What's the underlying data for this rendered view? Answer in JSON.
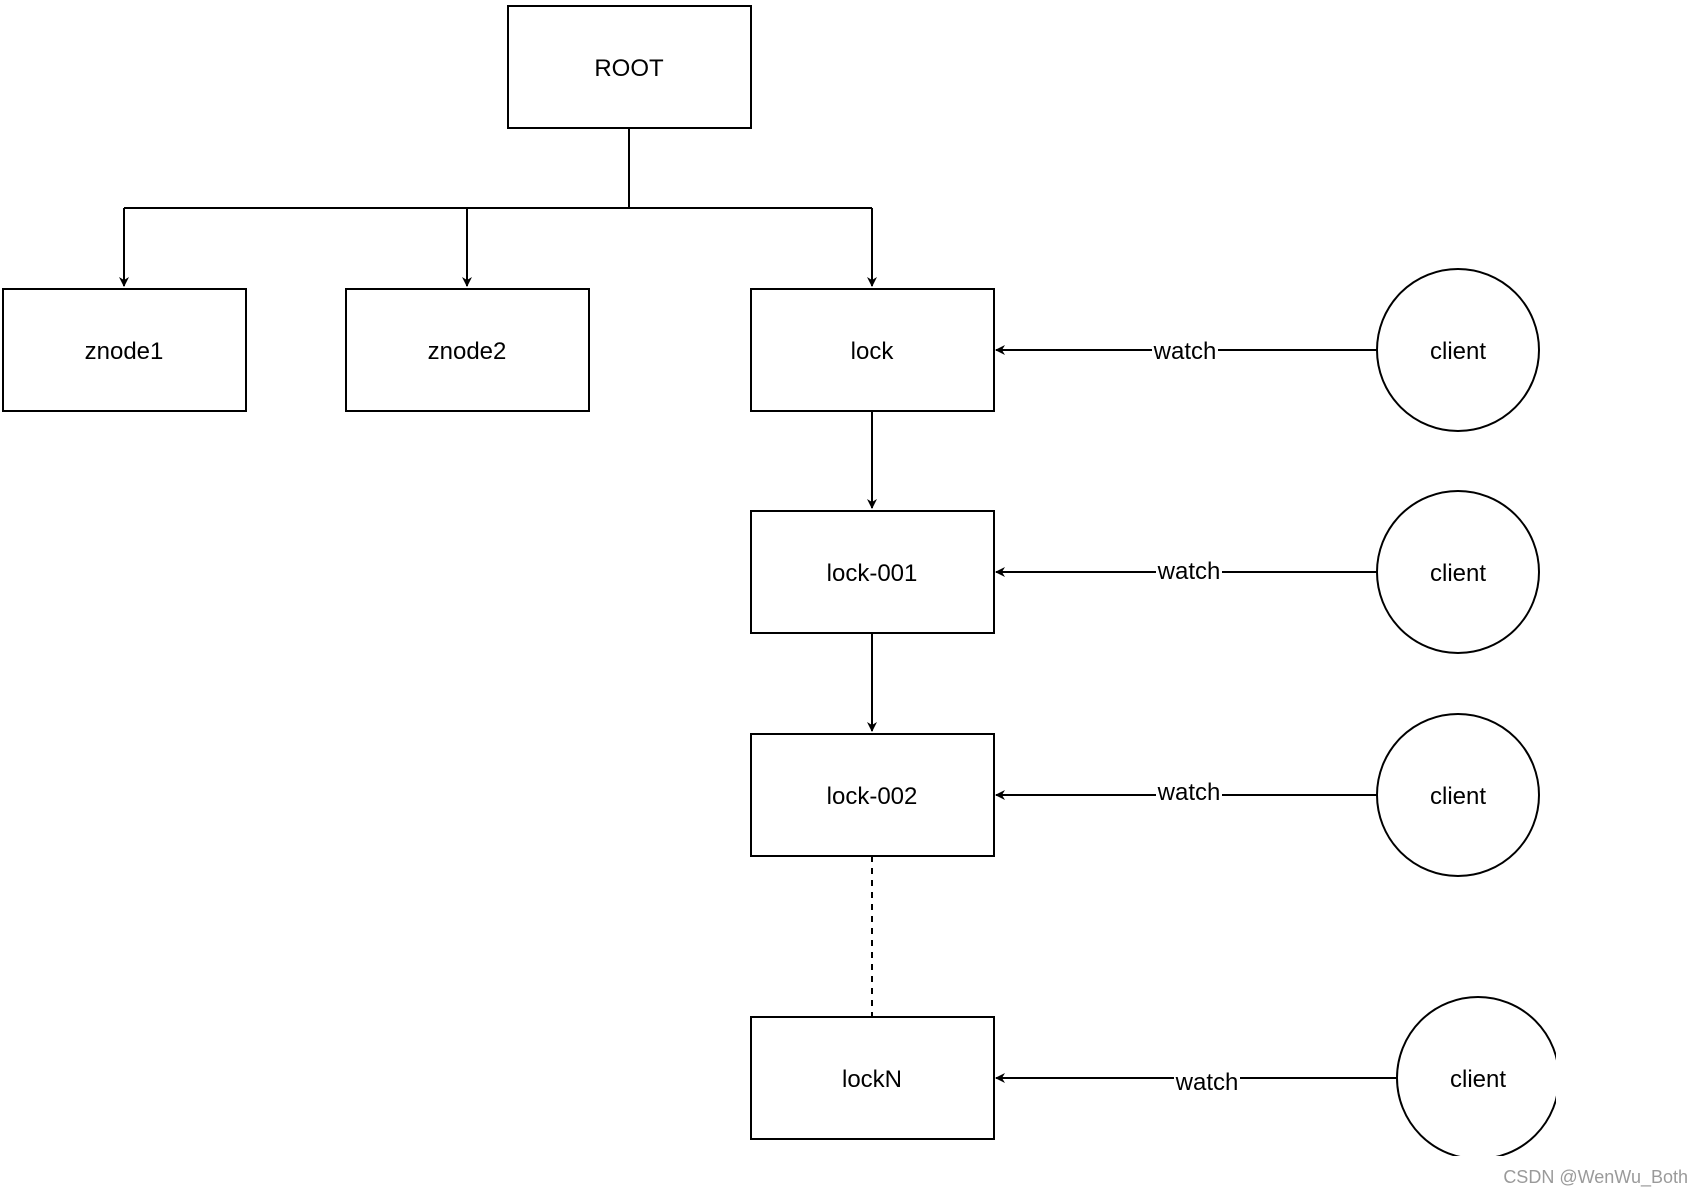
{
  "nodes": {
    "root": "ROOT",
    "znode1": "znode1",
    "znode2": "znode2",
    "lock": "lock",
    "lock_001": "lock-001",
    "lock_002": "lock-002",
    "lockN": "lockN"
  },
  "clients": [
    "client",
    "client",
    "client",
    "client"
  ],
  "edge_labels": [
    "watch",
    "watch",
    "watch",
    "watch"
  ],
  "watermark": "CSDN @WenWu_Both"
}
